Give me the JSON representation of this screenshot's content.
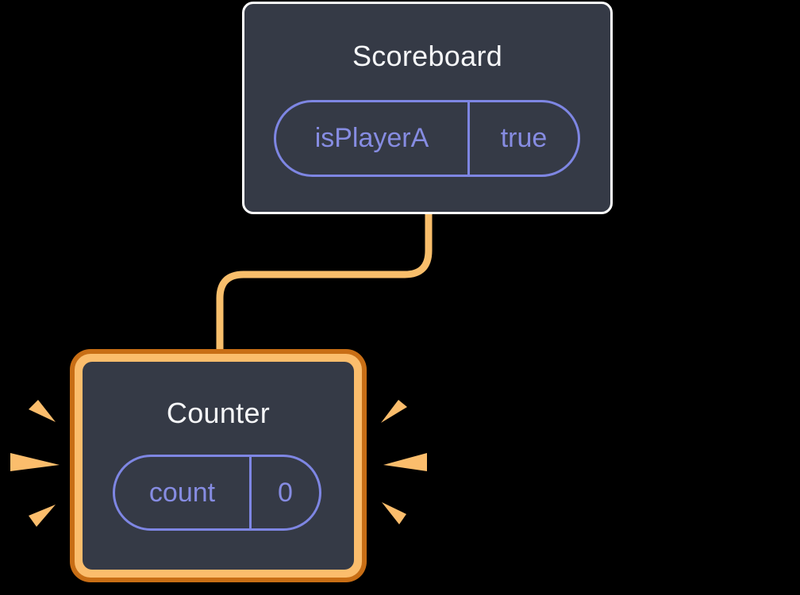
{
  "diagram": {
    "description": "React component tree diagram: parent component passes state, child component is highlighted as newly created",
    "background": "#000000",
    "colors": {
      "card_fill": "#353A46",
      "card_border_white": "#FFFFFF",
      "state_purple_border": "#7E86E3",
      "state_purple_text": "#868CE2",
      "title_text": "#F6F7F9",
      "highlight_orange_light": "#FBBD6C",
      "highlight_orange_dark": "#C86E15",
      "connector_orange": "#F8BE6B"
    },
    "parent_component": {
      "title": "Scoreboard",
      "state_name": "isPlayerA",
      "state_value": "true"
    },
    "child_component": {
      "title": "Counter",
      "state_name": "count",
      "state_value": "0",
      "highlighted": "true"
    }
  }
}
